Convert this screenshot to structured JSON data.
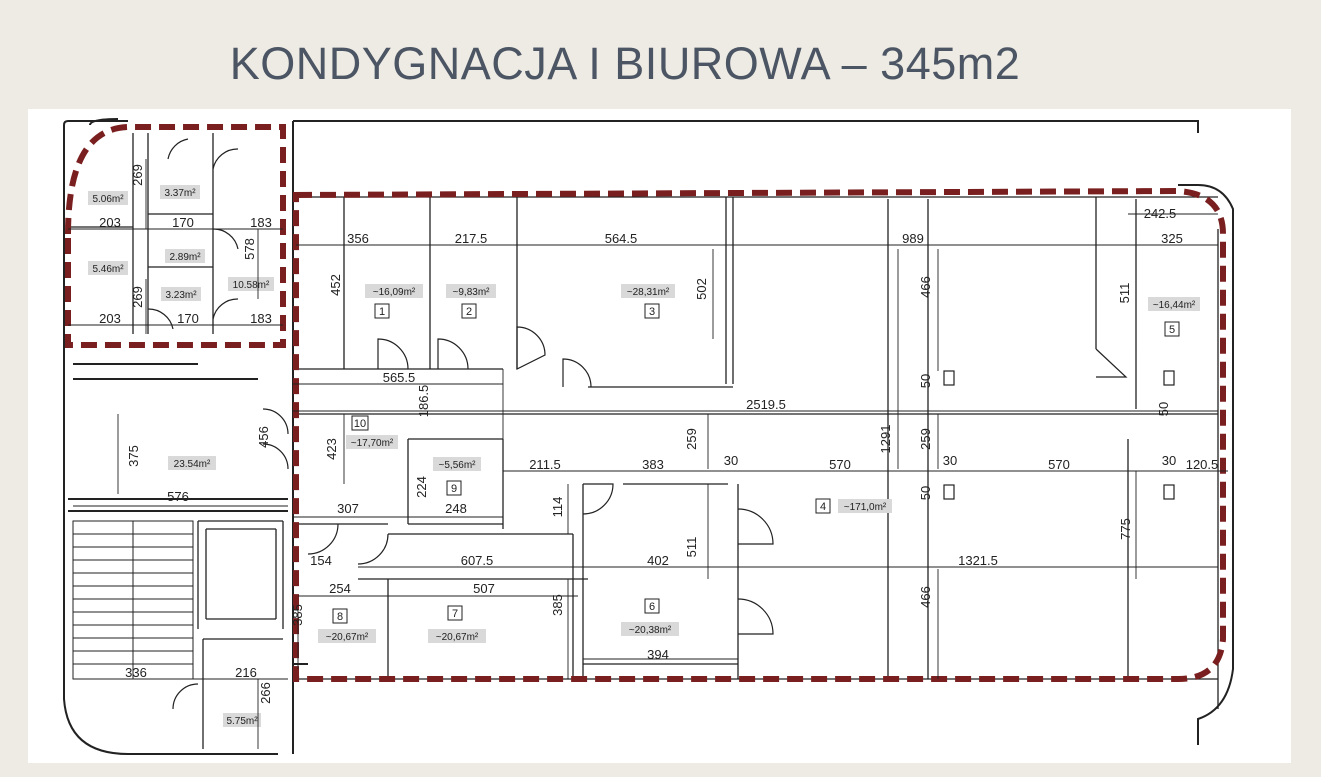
{
  "title": "KONDYGNACJA I BIUROWA – 345m2",
  "colors": {
    "background": "#eeebe4",
    "sheet": "#ffffff",
    "outline": "#7a1f1f",
    "line": "#222222",
    "label_bg": "#d9d9d9"
  },
  "rooms": [
    {
      "id": "1",
      "area": "~16,09m²"
    },
    {
      "id": "2",
      "area": "~9,83m²"
    },
    {
      "id": "3",
      "area": "~28,31m²"
    },
    {
      "id": "4",
      "area": "~171,0m²"
    },
    {
      "id": "5",
      "area": "~16,44m²"
    },
    {
      "id": "6",
      "area": "~20,38m²"
    },
    {
      "id": "7",
      "area": "~20,67m²"
    },
    {
      "id": "8",
      "area": "~20,67m²"
    },
    {
      "id": "9",
      "area": "~5,56m²"
    },
    {
      "id": "10",
      "area": "~17,70m²"
    }
  ],
  "other_areas": [
    "5.06m²",
    "3.37m²",
    "2.89m²",
    "5.46m²",
    "3.23m²",
    "10.58m²",
    "23.54m²",
    "5.75m²"
  ],
  "dimensions": [
    "269",
    "203",
    "170",
    "183",
    "578",
    "269",
    "203",
    "170",
    "183",
    "356",
    "217.5",
    "564.5",
    "989",
    "242.5",
    "325",
    "452",
    "502",
    "466",
    "511",
    "565.5",
    "186.5",
    "2519.5",
    "375",
    "456",
    "423",
    "259",
    "1291",
    "259",
    "224",
    "211.5",
    "383",
    "30",
    "570",
    "30",
    "570",
    "30",
    "120.5",
    "576",
    "307",
    "248",
    "114",
    "50",
    "50",
    "50",
    "154",
    "607.5",
    "402",
    "1321.5",
    "254",
    "507",
    "385",
    "511",
    "775",
    "385",
    "466",
    "336",
    "216",
    "266",
    "394"
  ]
}
